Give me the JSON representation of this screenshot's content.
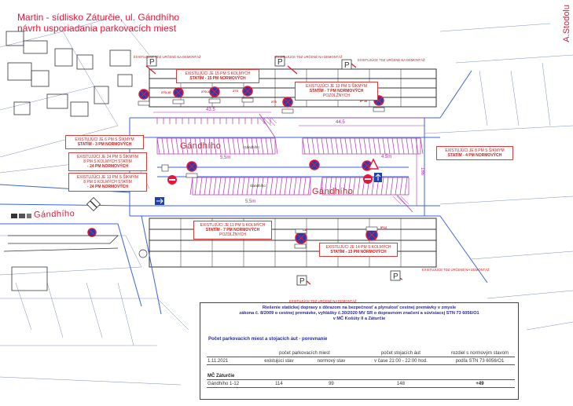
{
  "title": {
    "line1": "Martin - sídlisko Záturčie, ul. Gándhího",
    "line2": "návrh usporiadania parkovacích miest"
  },
  "author": "A.Stodolu",
  "streets": {
    "upper": "Gándhího",
    "middle": "Gándhího",
    "left": "Gándhího"
  },
  "notes": [
    {
      "line1": "EXISTUJÚCI JE 15 PM S KOLMÝCH",
      "line2": "STATÍM - 15 PM NORMOVÝCH",
      "extra": ""
    },
    {
      "line1": "EXISTUJÚCI JE 13 PM S ŠIKMÝM",
      "line2": "STATÍM - 7 PM NORMOVÝCH",
      "extra": "POZDĹŽNYCH"
    },
    {
      "line1": "EXISTUJÚCI JE 6 PM S ŠIKMÝM",
      "line2": "STATÍM - 3 PM NORMOVÝCH",
      "extra": ""
    },
    {
      "line1": "EXISTUJÚCI JE 24 PM S ŠIKMÝM",
      "line2": "8 PM S KOLMÝCH STATÍM",
      "extra": "- 24 PM NORMOVÝCH"
    },
    {
      "line1": "EXISTUJÚCI JE 13 PM S ŠIKMÝM",
      "line2": "8 PM S KOLMÝCH STATÍM",
      "extra": "- 24 PM NORMOVÝCH"
    },
    {
      "line1": "EXISTUJÚCI JE 8 PM S ŠIKMÝM",
      "line2": "STATÍM - 4 PM NORMOVÝCH",
      "extra": ""
    },
    {
      "line1": "EXISTUJÚCI JE 11 PM S KOLMÝCH",
      "line2": "STATÍM - 7 PM NORMOVÝCH",
      "extra": "POZDĹŽNYCH"
    },
    {
      "line1": "EXISTUJÚCI JE 14 PM S KOLMÝCH",
      "line2": "STATÍM - 13 PM NORMOVÝCH",
      "extra": ""
    }
  ],
  "removal_labels": [
    "EXISTUJÚCE TDZ URČENÉ NA DEMONTÁŽ",
    "EXISTUJÚCE TDZ URČENÉ NA DEMONTÁŽ",
    "EXISTUJÚCE TDZ URČENÉ NA DEMONTÁŽ",
    "EXISTUJÚCE TDZ URČENÉ NA DEMONTÁŽ",
    "EXISTUJÚCE TDZ URČENÉ NA DEMONTÁŽ"
  ],
  "dimensions": [
    "43.5",
    "44.5",
    "5.5m",
    "5.5m",
    "4.5m",
    "186"
  ],
  "sign_codes": [
    "270-10",
    "270-10",
    "273",
    "273",
    "IP 16",
    "C8",
    "IP12"
  ],
  "small_labels": [
    "Gándhího",
    "Gándhího"
  ],
  "panel": {
    "heading1": "Riešenie statickej dopravy s dôrazom na bezpečnosť a plynulosť cestnej premávky  v zmysle",
    "heading2": "zákona č. 8/2009 o cestnej premávke, vyhlášky č.30/2020 MV SR o dopravnom značení a súvisiacej STN 73 6056/O1",
    "heading3": "v MČ Košúty II a Záturčie",
    "subheading": "Počet parkovacích miest a stojacích áut - porovnanie",
    "col_parking": "počet parkovacích miest",
    "col_standing": "počet stojacích áut",
    "col_diff": "rozdiel s normovým stavom",
    "date": "1.11.2021",
    "sub_existing": "existujúci stav",
    "sub_norm": "normový stav",
    "sub_time": "v čase 21:00 - 22:00 hod.",
    "sub_std": "podľa STN 73 6056/O1",
    "district": "MČ Záturčie",
    "row_name": "Gándhího 1-12",
    "row_existing": "114",
    "row_norm": "99",
    "row_standing": "148",
    "row_diff": "+49"
  },
  "colors": {
    "title": "#e8163a",
    "road_edge": "#3b63e0",
    "parking": "#b030b0",
    "building": "#3d3d3d",
    "note_border": "#d93a3a"
  }
}
